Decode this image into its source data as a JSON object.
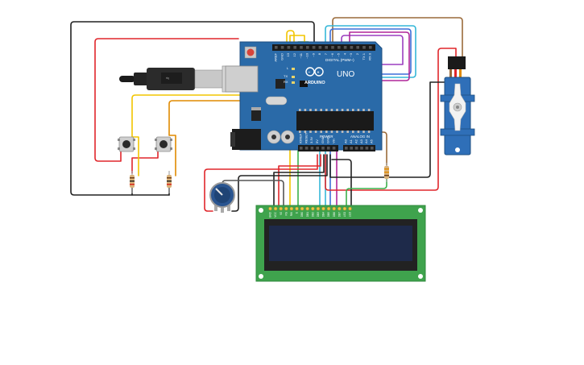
{
  "arduino": {
    "brand": "ARDUINO",
    "model": "UNO",
    "digital_header_label": "DIGITAL (PWM~)",
    "power_header_label": "POWER",
    "analog_header_label": "ANALOG IN",
    "digital_pins": [
      "AREF",
      "GND",
      "13",
      "12",
      "~11",
      "~10",
      "~9",
      "8",
      "7",
      "~6",
      "~5",
      "4",
      "~3",
      "2",
      "TX 1",
      "RX 0"
    ],
    "power_pins": [
      "IOREF",
      "RESET",
      "3.3V",
      "5V",
      "GND",
      "GND",
      "Vin"
    ],
    "analog_pins": [
      "A0",
      "A1",
      "A2",
      "A3",
      "A4",
      "A5"
    ],
    "led_labels": [
      "L",
      "TX",
      "RX"
    ]
  },
  "lcd": {
    "pin_labels": [
      "GND",
      "VCC",
      "V0",
      "RS",
      "RW",
      "E",
      "DB0",
      "DB1",
      "DB2",
      "DB3",
      "DB4",
      "DB5",
      "DB6",
      "DB7",
      "LED",
      "LED"
    ]
  },
  "colors": {
    "board": "#2a6aa8",
    "board_dark": "#1f4f80",
    "lcd_pcb": "#3fa34d",
    "lcd_screen": "#1e2a4a",
    "servo": "#2f6fb8",
    "wire_red": "#e0262b",
    "wire_black": "#222222",
    "wire_yellow": "#f2c500",
    "wire_orange": "#e08a00",
    "wire_green": "#3cb04a",
    "wire_cyan": "#35b7d8",
    "wire_blue": "#3d6fd9",
    "wire_purple": "#9b3fc0",
    "wire_brown": "#9a6a3a",
    "wire_magenta": "#b0279a"
  }
}
